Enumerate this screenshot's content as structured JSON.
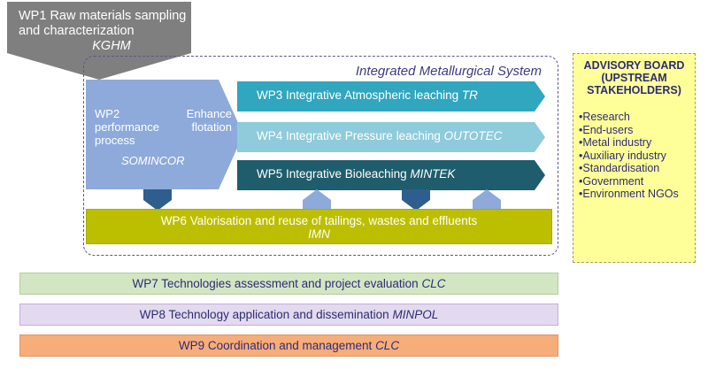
{
  "wp1": {
    "label": "WP1 Raw materials sampling and characterization",
    "partner": "KGHM"
  },
  "ims": {
    "title": "Integrated Metallurgical System"
  },
  "wp2": {
    "label": "WP2 Enhance performance flotation process",
    "partner": "SOMINCOR"
  },
  "wp3": {
    "label": "WP3 Integrative Atmospheric leaching",
    "partner": "TR"
  },
  "wp4": {
    "label": "WP4 Integrative Pressure leaching",
    "partner": "OUTOTEC"
  },
  "wp5": {
    "label": "WP5 Integrative Bioleaching",
    "partner": "MINTEK"
  },
  "wp6": {
    "label": "WP6 Valorisation and reuse of tailings, wastes and effluents",
    "partner": "IMN"
  },
  "advisory": {
    "title": "ADVISORY BOARD (UPSTREAM STAKEHOLDERS)",
    "items": [
      "Research",
      "End-users",
      "Metal industry",
      "Auxiliary industry",
      "Standardisation",
      "Government",
      "Environment NGOs"
    ]
  },
  "wp7": {
    "label": "WP7 Technologies assessment and project evaluation",
    "partner": "CLC"
  },
  "wp8": {
    "label": "WP8 Technology application and dissemination",
    "partner": "MINPOL"
  },
  "wp9": {
    "label": "WP9 Coordination and management",
    "partner": "CLC"
  },
  "colors": {
    "wp1": "#7f7f7f",
    "wp2": "#8eaadb",
    "wp3": "#31a6bf",
    "wp4": "#8ecbdb",
    "wp5": "#1f5d6c",
    "wp6": "#bcbf00",
    "link_down": "#2e5e8e",
    "link_up": "#8eaadb",
    "advisory": "#ffff99",
    "wp7": "#d3e6c3",
    "wp8": "#e3daef",
    "wp9": "#f7ad79"
  }
}
